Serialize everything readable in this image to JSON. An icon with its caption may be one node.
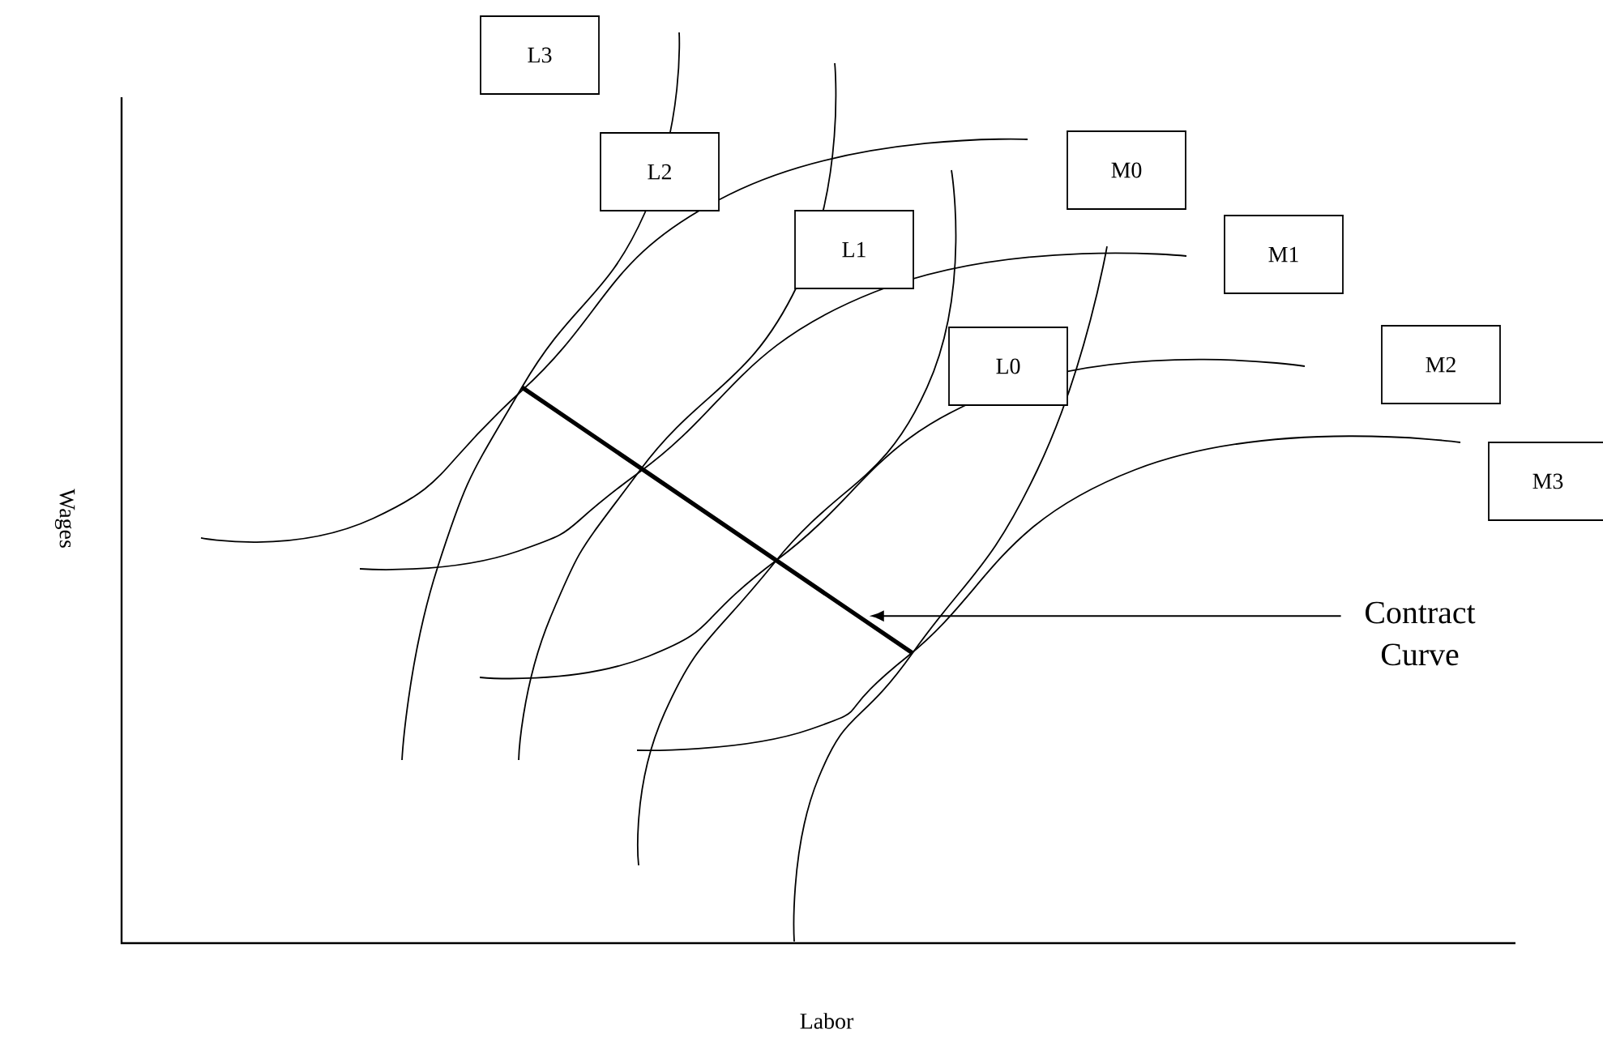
{
  "diagram": {
    "nodes": [
      {
        "text": [
          "L3"
        ]
      },
      {
        "text": [
          "L2"
        ]
      },
      {
        "text": [
          "M0"
        ]
      },
      {
        "text": [
          "L1"
        ]
      },
      {
        "text": [
          "M1"
        ]
      },
      {
        "text": [
          "L0"
        ]
      },
      {
        "text": [
          "M2"
        ]
      },
      {
        "text": [
          "M3"
        ]
      },
      {
        "text": [
          "Contract Curve"
        ]
      },
      {
        "text": [],
        "shape": "line"
      }
    ],
    "edges": [
      {
        "from": 8,
        "to": 9,
        "arrow": "to"
      }
    ],
    "labels": [
      "Wages",
      "Labor"
    ]
  }
}
